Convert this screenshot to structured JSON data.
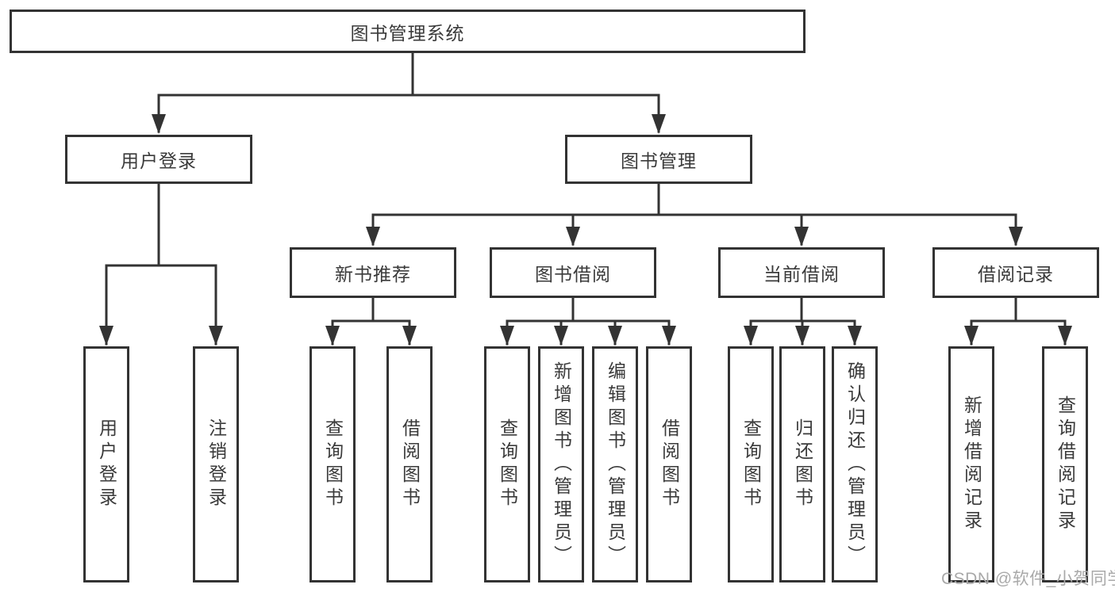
{
  "tree": {
    "root": {
      "label": "图书管理系统"
    },
    "branches": [
      {
        "label": "用户登录",
        "children": [
          {
            "label": "用户登录"
          },
          {
            "label": "注销登录"
          }
        ]
      },
      {
        "label": "图书管理",
        "children": [
          {
            "label": "新书推荐",
            "children": [
              {
                "label": "查询图书"
              },
              {
                "label": "借阅图书"
              }
            ]
          },
          {
            "label": "图书借阅",
            "children": [
              {
                "label": "查询图书"
              },
              {
                "label": "新增图书（管理员）"
              },
              {
                "label": "编辑图书（管理员）"
              },
              {
                "label": "借阅图书"
              }
            ]
          },
          {
            "label": "当前借阅",
            "children": [
              {
                "label": "查询图书"
              },
              {
                "label": "归还图书"
              },
              {
                "label": "确认归还（管理员）"
              }
            ]
          },
          {
            "label": "借阅记录",
            "children": [
              {
                "label": "新增借阅记录"
              },
              {
                "label": "查询借阅记录"
              }
            ]
          }
        ]
      }
    ]
  },
  "watermark": {
    "text": "CSDN @软件_小贺同学"
  },
  "colors": {
    "line": "#333333",
    "border": "#333333",
    "fill": "#ffffff",
    "text": "#3a3a3a",
    "watermark": "#a9a9a9"
  }
}
